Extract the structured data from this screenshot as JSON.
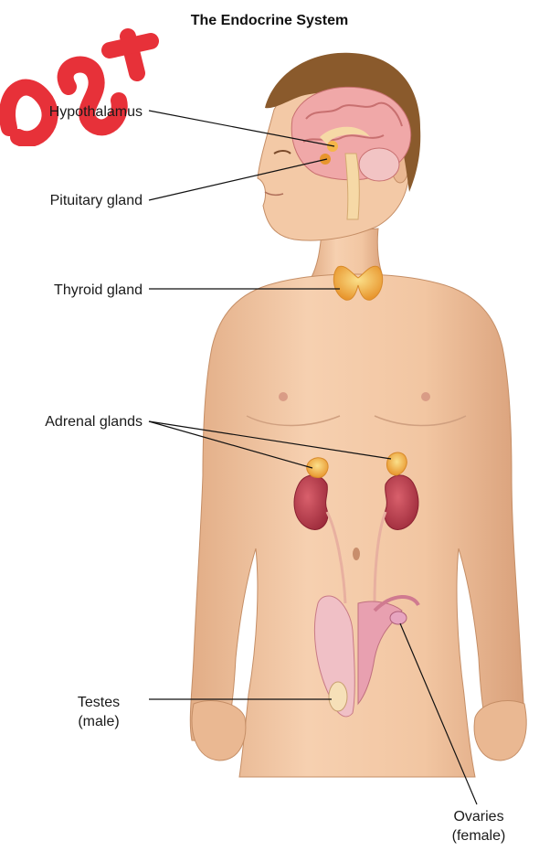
{
  "title": "The Endocrine System",
  "labels": {
    "hypothalamus": "Hypothalamus",
    "pituitary": "Pituitary gland",
    "thyroid": "Thyroid gland",
    "adrenal": "Adrenal glands",
    "testes_line1": "Testes",
    "testes_line2": "(male)",
    "ovaries_line1": "Ovaries",
    "ovaries_line2": "(female)"
  },
  "colors": {
    "skin": "#f2c4a0",
    "skin_shadow": "#d9a27a",
    "hair": "#8a5a2c",
    "brain": "#f0a8a8",
    "gland": "#f5b64a",
    "kidney": "#b83a4a",
    "repro": "#e8a0b0",
    "watermark": "#e6262f"
  },
  "icons": {
    "figure": "human-body-illustration",
    "watermark": "watermark-mark"
  }
}
